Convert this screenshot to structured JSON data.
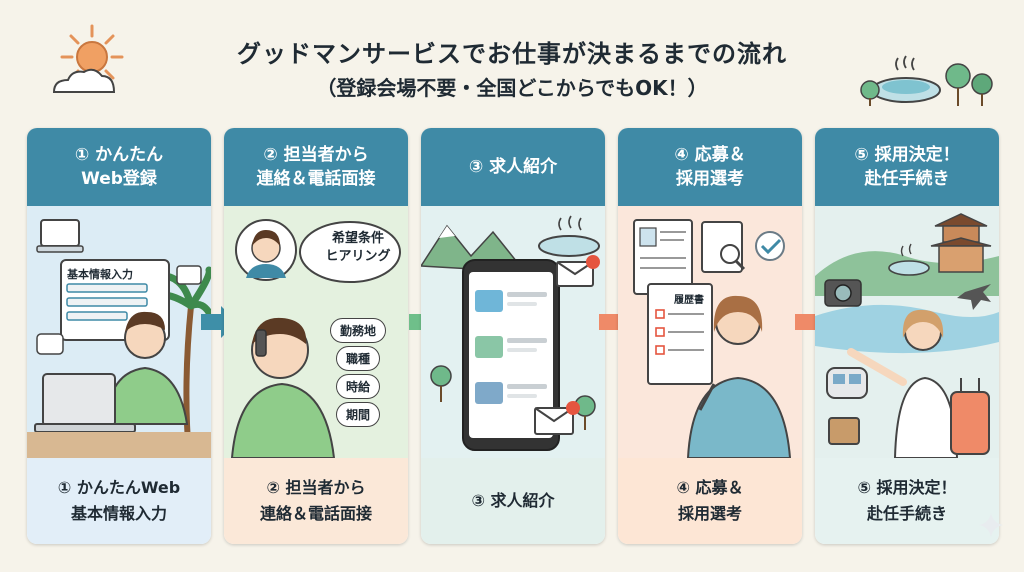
{
  "title": "グッドマンサービスでお仕事が決まるまでの流れ",
  "subtitle": "（登録会場不要・全国どこからでもOK！）",
  "steps": [
    {
      "head_line1": "① かんたん",
      "head_line2": "Web登録",
      "foot_line1": "① かんたんWeb",
      "foot_line2": "基本情報入力",
      "form_label": "基本情報入力"
    },
    {
      "head_line1": "② 担当者から",
      "head_line2": "連絡＆電話面接",
      "foot_line1": "② 担当者から",
      "foot_line2": "連絡＆電話面接",
      "bubble_line1": "希望条件",
      "bubble_line2": "ヒアリング",
      "tags": [
        "勤務地",
        "職種",
        "時給",
        "期間"
      ]
    },
    {
      "head_line1": "③ 求人紹介",
      "head_line2": "",
      "foot_line1": "③ 求人紹介",
      "foot_line2": ""
    },
    {
      "head_line1": "④ 応募＆",
      "head_line2": "採用選考",
      "foot_line1": "④ 応募＆",
      "foot_line2": "採用選考",
      "resume_label": "履歴書"
    },
    {
      "head_line1": "⑤ 採用決定！",
      "head_line2": "赴任手続き",
      "foot_line1": "⑤ 採用決定！",
      "foot_line2": "赴任手続き"
    }
  ],
  "colors": {
    "header_blue": "#3f8aa6",
    "card1_bg": "#dcecf5",
    "card2_bg": "#e4f1df",
    "card3_bg": "#e3f1f1",
    "card4_bg": "#fbe7db",
    "card5_bg": "#e4f0ee",
    "foot1": "#e2eef8",
    "foot2": "#fbe8d8",
    "foot3": "#e3f0ec",
    "foot4": "#fde6d5",
    "foot5": "#e6f2f0",
    "arrow_teal": "#3e8fa8",
    "arrow_green": "#6fbf8a",
    "arrow_orange": "#ef8a68"
  }
}
